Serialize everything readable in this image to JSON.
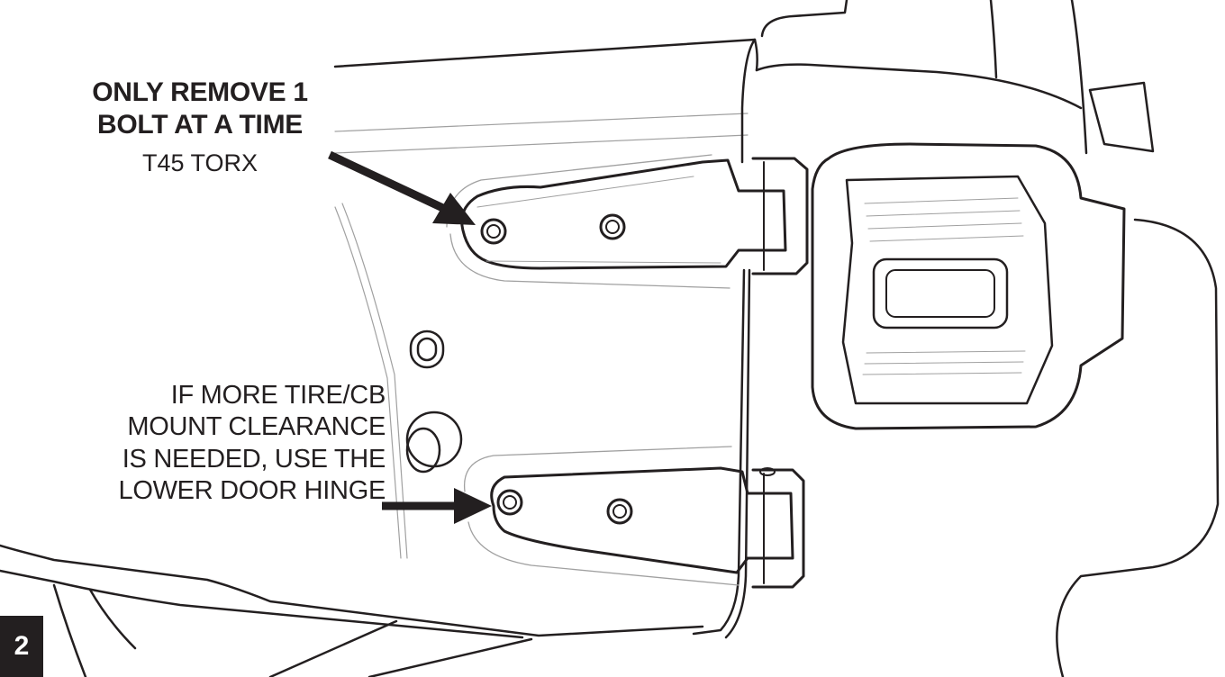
{
  "step": {
    "number": "2"
  },
  "callouts": {
    "top": {
      "line1": "ONLY REMOVE 1",
      "line2": "BOLT AT A TIME",
      "line3": "T45 TORX"
    },
    "bottom": {
      "line1": "IF MORE TIRE/CB",
      "line2": "MOUNT CLEARANCE",
      "line3": "IS NEEDED, USE THE",
      "line4": "LOWER DOOR HINGE"
    }
  },
  "colors": {
    "ink": "#231f20",
    "light_ink": "#a0a0a0",
    "background": "#ffffff"
  }
}
